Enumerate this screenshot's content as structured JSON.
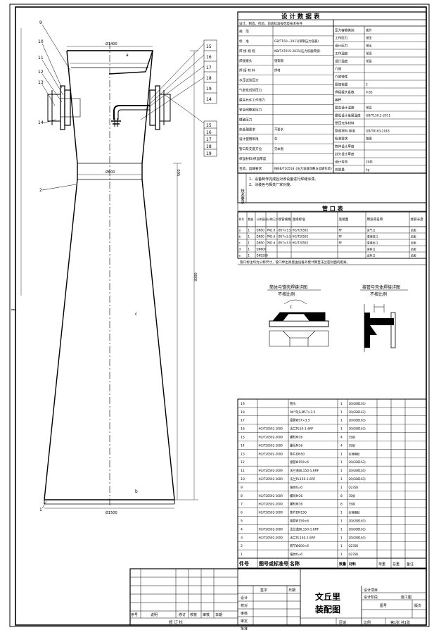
{
  "design_data": {
    "title": "设 计 数 据 表",
    "row1": "设计、制造、检验、验收标准规范及技术条件",
    "left_rows": [
      {
        "label": "规　范",
        "value": ""
      },
      {
        "label": "标　准",
        "value": "GB/T150—2011(钢制压力容器)"
      },
      {
        "label": "焊 接 规 程",
        "value": "NB/T47015-2011(压力容器焊接)"
      },
      {
        "label": "焊接接头",
        "value": "铬钼钢"
      },
      {
        "label": "焊 接 材 料",
        "value": "焊材"
      },
      {
        "label": "水压试验压力",
        "value": ""
      },
      {
        "label": "气密性试验压力",
        "value": ""
      },
      {
        "label": "最高允许工作压力",
        "value": ""
      },
      {
        "label": "安全阀整定压力",
        "value": ""
      },
      {
        "label": "爆破压力",
        "value": ""
      },
      {
        "label": "热处理要求",
        "value": "不要求"
      },
      {
        "label": "设计使用年限",
        "value": "年"
      },
      {
        "label": "管口及支座方位",
        "value": "见本图"
      },
      {
        "label": "保温材料/保温厚度",
        "value": ""
      },
      {
        "label": "包装、运输要求",
        "value": "按NB/T10558《压力容器涂敷与运输包装》"
      }
    ],
    "right_rows": [
      {
        "label": "压力容器类别",
        "value": "类外"
      },
      {
        "label": "工作压力",
        "value": "常压"
      },
      {
        "label": "设计压力",
        "value": "常压"
      },
      {
        "label": "工作温度",
        "value": "常温"
      },
      {
        "label": "设计温度",
        "value": "常温"
      },
      {
        "label": "介质",
        "value": ""
      },
      {
        "label": "介质特性",
        "value": ""
      },
      {
        "label": "腐蚀裕量",
        "value": "2"
      },
      {
        "label": "焊接接头系数",
        "value": "0.85"
      },
      {
        "label": "容积",
        "value": ""
      },
      {
        "label": "最高设计温度",
        "value": "常温"
      },
      {
        "label": "最低设计金属温度",
        "value": "GB/T150.2-2011"
      },
      {
        "label": "受压元件材料",
        "value": ""
      },
      {
        "label": "管道材料 标准",
        "value": "GB/T8163-2018"
      },
      {
        "label": "检测要求",
        "value": "按图"
      },
      {
        "label": "筒体设计厚度",
        "value": ""
      },
      {
        "label": "封头设计厚度",
        "value": ""
      },
      {
        "label": "设计寿命",
        "value": "20年"
      },
      {
        "label": "总质量",
        "value": "kg"
      }
    ],
    "notes_label": "技术要求",
    "notes": [
      "1、设备制作完成后对该设备进行焊缝涂漆。",
      "2、涂装色与相关厂家对接。"
    ]
  },
  "nozzle_table": {
    "title": "管 口 表",
    "headers": [
      "符号",
      "数量",
      "公称直径",
      "公称压力",
      "接管规格",
      "连接标准",
      "连接面",
      "用途或名称",
      "接管长度"
    ],
    "rows": [
      {
        "sym": "a",
        "qty": "1",
        "dn": "DN50",
        "pn": "PN1.6",
        "spec": "Ø57×3.5",
        "std": "HG/T20592",
        "face": "RF",
        "use": "进气口",
        "len": "见图"
      },
      {
        "sym": "b",
        "qty": "1",
        "dn": "DN50",
        "pn": "PN1.6",
        "spec": "Ø57×3.5",
        "std": "HG/T20592",
        "face": "RF",
        "use": "清理进口",
        "len": "见图"
      },
      {
        "sym": "c",
        "qty": "1",
        "dn": "DN50",
        "pn": "PN1.6",
        "spec": "Ø57×3.5",
        "std": "HG/T20592",
        "face": "RF",
        "use": "清理出口",
        "len": "见图"
      },
      {
        "sym": "d",
        "qty": "1",
        "dn": "DN600",
        "pn": "",
        "spec": "",
        "std": "",
        "face": "",
        "use": "进料口",
        "len": "见图"
      },
      {
        "sym": "e",
        "qty": "1",
        "dn": "DN1500",
        "pn": "",
        "spec": "",
        "std": "",
        "face": "",
        "use": "出料口",
        "len": "见图"
      }
    ],
    "footnote": "管口标注均为公称尺寸，管口伸出高度由设备外壁计算至法兰密封面的距离。"
  },
  "details": [
    {
      "title": "筒体与锥壳焊缝详图",
      "subtitle": "不按比例"
    },
    {
      "title": "接管与壳体焊接详图",
      "subtitle": "不按比例"
    }
  ],
  "bom": {
    "headers": [
      "件号",
      "图号或标准号",
      "名称",
      "数量",
      "材料",
      "单重",
      "总重",
      "备注"
    ],
    "rows": [
      {
        "no": "19",
        "std": "",
        "name": "管头",
        "qty": "1",
        "mat": "20(GB8163)"
      },
      {
        "no": "18",
        "std": "",
        "name": "90°弯头Ø57×3.5",
        "qty": "1",
        "mat": "20(GB8163)"
      },
      {
        "no": "17",
        "std": "",
        "name": "接管Ø57×3.5",
        "qty": "1",
        "mat": "20(GB8163)"
      },
      {
        "no": "16",
        "std": "HG/T20592-2009",
        "name": "法兰PL50-1.6RF",
        "qty": "1",
        "mat": "20(GB8163)"
      },
      {
        "no": "15",
        "std": "HG/T20592-2009",
        "name": "螺栓M16",
        "qty": "4",
        "mat": "35钢"
      },
      {
        "no": "14",
        "std": "HG/T20592-2009",
        "name": "螺母M16",
        "qty": "4",
        "mat": "35钢"
      },
      {
        "no": "13",
        "std": "HG/T20592-2009",
        "name": "垫片DN50",
        "qty": "1",
        "mat": "石棉橡胶"
      },
      {
        "no": "12",
        "std": "",
        "name": "接管Ø159×6",
        "qty": "1",
        "mat": "20(GB8163)"
      },
      {
        "no": "11",
        "std": "HG/T20592-2009",
        "name": "法兰盖BL150-1.6RF",
        "qty": "1",
        "mat": "20(GB8163)"
      },
      {
        "no": "10",
        "std": "HG/T20592-2009",
        "name": "法兰PL150-1.6RF",
        "qty": "1",
        "mat": "20(GB8163)"
      },
      {
        "no": "9",
        "std": "",
        "name": "锥体δ=6",
        "qty": "1",
        "mat": "Q235B"
      },
      {
        "no": "8",
        "std": "HG/T20592-2009",
        "name": "螺母M16",
        "qty": "8",
        "mat": "35钢"
      },
      {
        "no": "7",
        "std": "HG/T20592-2009",
        "name": "螺栓M16",
        "qty": "8",
        "mat": "35钢"
      },
      {
        "no": "6",
        "std": "HG/T20592-2009",
        "name": "垫片DN150",
        "qty": "1",
        "mat": "石棉橡胶"
      },
      {
        "no": "5",
        "std": "",
        "name": "接管Ø159×6",
        "qty": "1",
        "mat": "20(GB8163)"
      },
      {
        "no": "4",
        "std": "HG/T20592-2009",
        "name": "法兰盖BL150-1.6RF",
        "qty": "1",
        "mat": "20(GB8163)"
      },
      {
        "no": "3",
        "std": "HG/T20592-2009",
        "name": "法兰PL150-1.6RF",
        "qty": "1",
        "mat": "20(GB8163)"
      },
      {
        "no": "2",
        "std": "",
        "name": "筒节Ø600×6",
        "qty": "1",
        "mat": "Q235B"
      },
      {
        "no": "1",
        "std": "",
        "name": "锥体δ=6",
        "qty": "1",
        "mat": "Q235B"
      }
    ]
  },
  "title_block": {
    "drawing_title_1": "文丘里",
    "drawing_title_2": "装配图",
    "roles": [
      "设计",
      "校对",
      "审核",
      "审定",
      "批准"
    ],
    "headers": [
      "签字",
      "日期"
    ],
    "revision_headers": [
      "序号",
      "说明",
      "修订",
      "校核",
      "审核",
      "日期"
    ],
    "revision_footer": "修 订 栏",
    "right_labels": [
      "设计项目",
      "设计阶段",
      "施工图",
      "图号",
      "版次",
      "比例",
      "第1张 共1张",
      "区域"
    ]
  },
  "dims": {
    "top_width": "Ø1400",
    "throat": "Ø600",
    "bottom_width": "Ø1500",
    "height_mid": "500",
    "height_total": "3000"
  },
  "leaders": {
    "left": [
      "9",
      "10",
      "11",
      "12",
      "13",
      "14",
      "2",
      "1"
    ],
    "right": [
      "15",
      "16",
      "17",
      "18",
      "19",
      "14",
      "15",
      "16",
      "17",
      "18",
      "19"
    ]
  },
  "nozzle_labels": [
    "a",
    "c",
    "b"
  ]
}
